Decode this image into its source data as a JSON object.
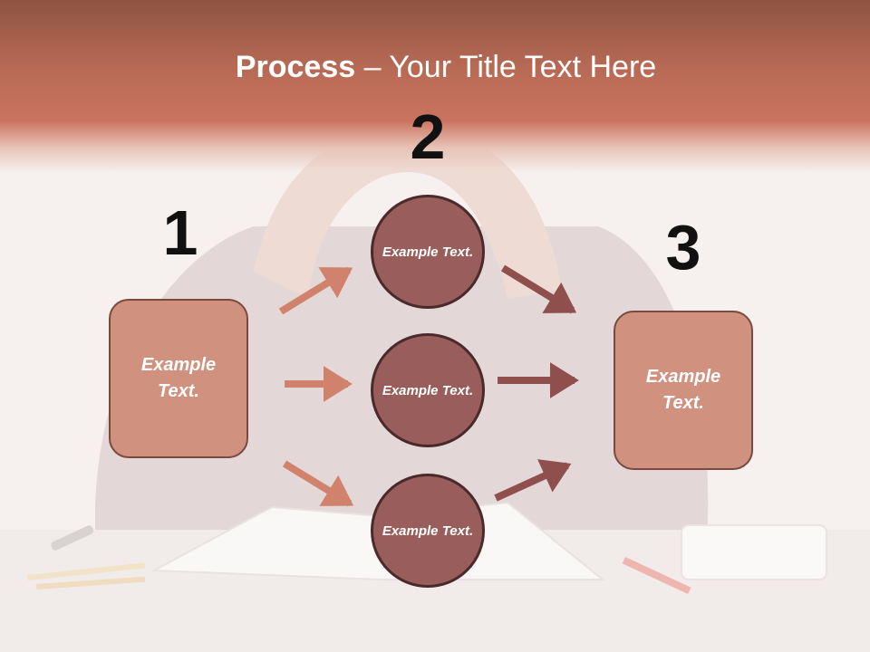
{
  "slide": {
    "title_bold": "Process",
    "title_rest": " – Your Title Text Here"
  },
  "steps": [
    {
      "number": "1",
      "box_text": "Example Text."
    },
    {
      "number": "2",
      "circles": [
        "Example Text.",
        "Example Text.",
        "Example Text."
      ]
    },
    {
      "number": "3",
      "box_text": "Example Text."
    }
  ],
  "colors": {
    "header": "#c9735e",
    "box_fill": "#d0917e",
    "circle_fill": "#995e5c",
    "arrow_left": "#d0826c",
    "arrow_right": "#8f4f4c"
  }
}
